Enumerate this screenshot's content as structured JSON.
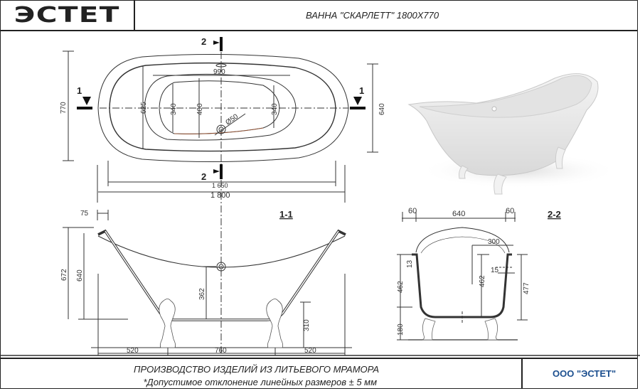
{
  "header": {
    "logo_text": "ЭСТЕТ",
    "title": "ВАННА \"СКАРЛЕТТ\" 1800X770"
  },
  "footer": {
    "line1": "ПРОИЗВОДСТВО ИЗДЕЛИЙ ИЗ ЛИТЬЕВОГО МРАМОРА",
    "line2": "*Допустимое отклонение линейных размеров ±  5 мм",
    "company": "ООО \"ЭСТЕТ\"",
    "company_color": "#1c4f8f"
  },
  "plan_view": {
    "section_markers": {
      "a": "1",
      "b": "2"
    },
    "dims": {
      "overall_width": "770",
      "rim_inner_width": "640",
      "inner_625": "625",
      "bowl_340_left": "340",
      "bowl_400": "400",
      "bowl_340_right": "340",
      "drain": "Ø50",
      "bowl_length": "990",
      "inner_length": "1 650",
      "overall_length": "1 800"
    }
  },
  "section_1_1": {
    "label": "1-1",
    "dims": {
      "rim_offset": "75",
      "height_total": "672",
      "height_rim": "640",
      "overflow_height": "362",
      "leg_height": "310",
      "leg_offset_left": "520",
      "leg_spacing": "760",
      "leg_offset_right": "520"
    }
  },
  "section_2_2": {
    "label": "2-2",
    "dims": {
      "rim_left": "60",
      "inner_width": "640",
      "rim_right": "60",
      "half_width": "300",
      "lip": "13",
      "wall": "15",
      "depth_left": "462",
      "depth_center": "462",
      "depth_right": "477",
      "leg_height": "180"
    }
  },
  "photo": {
    "alt": "bathtub-render"
  }
}
